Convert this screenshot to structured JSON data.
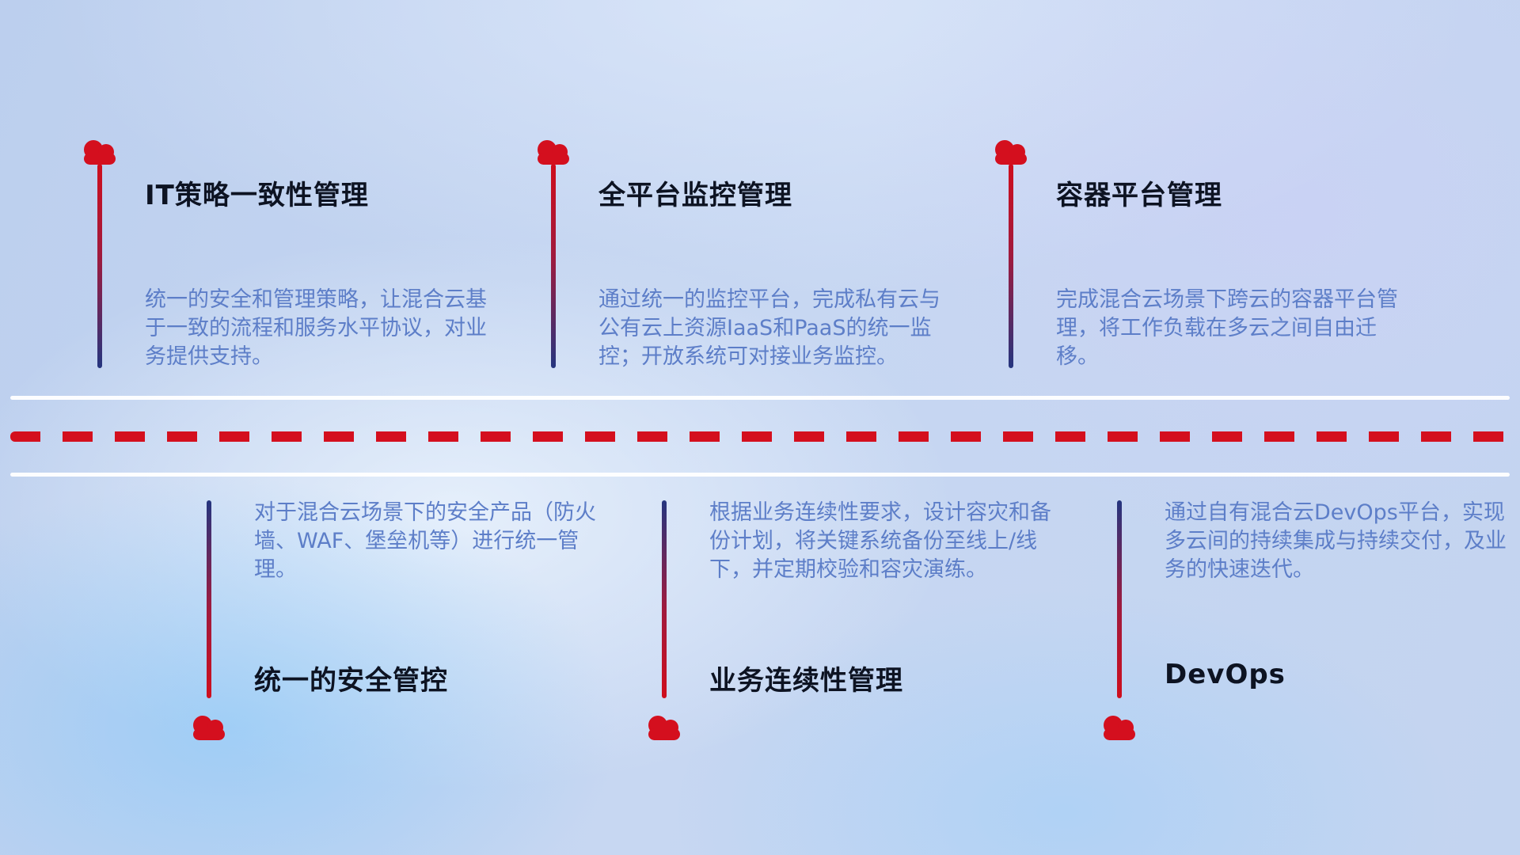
{
  "top_items": [
    {
      "title": "IT策略一致性管理",
      "description": "统一的安全和管理策略，让混合云基于一致的流程和服务水平协议，对业务提供支持。"
    },
    {
      "title": "全平台监控管理",
      "description": "通过统一的监控平台，完成私有云与公有云上资源IaaS和PaaS的统一监控；开放系统可对接业务监控。"
    },
    {
      "title": "容器平台管理",
      "description": "完成混合云场景下跨云的容器平台管理，将工作负载在多云之间自由迁移。"
    }
  ],
  "bottom_items": [
    {
      "title": "统一的安全管控",
      "description": "对于混合云场景下的安全产品（防火墙、WAF、堡垒机等）进行统一管理。"
    },
    {
      "title": "业务连续性管理",
      "description": "根据业务连续性要求，设计容灾和备份计划，将关键系统备份至线上/线下，并定期校验和容灾演练。"
    },
    {
      "title": "DevOps",
      "description": "通过自有混合云DevOps平台，实现多云间的持续集成与持续交付，及业务的快速迭代。"
    }
  ],
  "colors": {
    "accent_red": "#d40f1e",
    "accent_blue": "#24357f",
    "title_text": "#0d1322",
    "description_text": "#5d7ec8"
  }
}
